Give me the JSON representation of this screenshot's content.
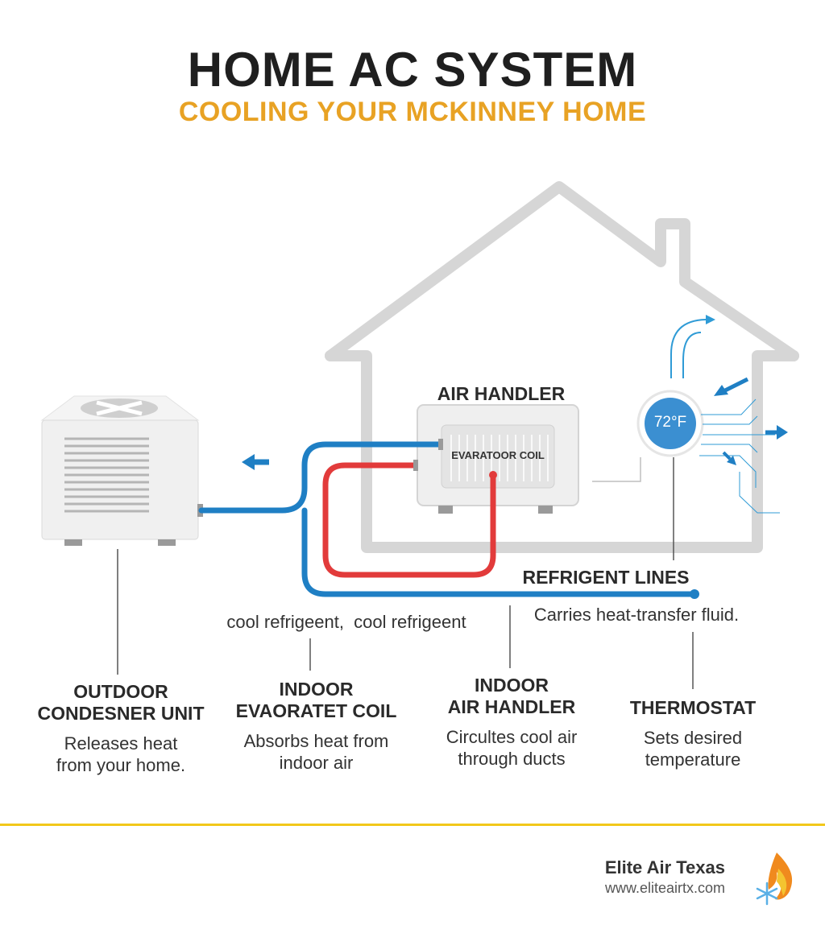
{
  "header": {
    "title": "HOME AC SYSTEM",
    "subtitle": "COOLING YOUR MCKINNEY HOME"
  },
  "diagram_labels": {
    "air_handler_top": "AIR HANDLER",
    "coil_inside": "EVARATOOR COIL",
    "thermostat_display": "72°F",
    "refrigerant_lines": "REFRIGENT LINES",
    "refrigerant_desc": "Carries heat-transfer fluid.",
    "cool_refrigerant": "cool refrigeent,  cool refrigeent"
  },
  "components": [
    {
      "title_line1": "OUTDOOR",
      "title_line2": "CONDESNER UNIT",
      "desc_line1": "Releases heat",
      "desc_line2": "from your home."
    },
    {
      "title_line1": "INDOOR",
      "title_line2": "EVAORATET COIL",
      "desc_line1": "Absorbs heat from",
      "desc_line2": "indoor air"
    },
    {
      "title_line1": "INDOOR",
      "title_line2": "AIR HANDLER",
      "desc_line1": "Circultes cool air",
      "desc_line2": "through ducts"
    },
    {
      "title_line1": "THERMOSTAT",
      "title_line2": "",
      "desc_line1": "Sets desired",
      "desc_line2": "temperature"
    }
  ],
  "footer": {
    "brand_name": "Elite Air Texas",
    "brand_url": "www.eliteairtx.com",
    "logo_icon": "flame-snowflake-icon"
  },
  "colors": {
    "accent_orange": "#e8a224",
    "cold_line": "#1f7fc4",
    "hot_line": "#e23b3b",
    "footer_rule": "#f2c81a"
  }
}
